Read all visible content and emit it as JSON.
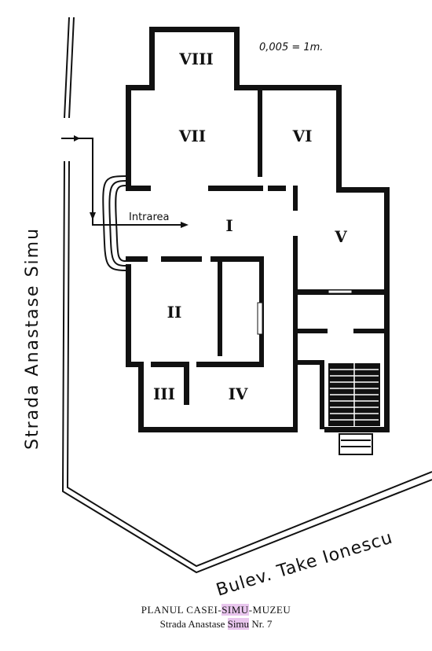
{
  "scale_note": "0,005 = 1m.",
  "street_left": "Strada Anastase Simu",
  "street_bottom": "Bulev. Take Ionescu",
  "entrance_label": "Intrarea",
  "rooms": [
    "VIII",
    "VII",
    "VI",
    "I",
    "V",
    "II",
    "III",
    "IV"
  ],
  "caption": {
    "title_before": "PLANUL CASEI-",
    "title_highlight": "SIMU",
    "title_after": "-MUZEU",
    "sub_before": "Strada Anastase ",
    "sub_highlight": "Simu",
    "sub_after": " Nr. 7"
  },
  "colors": {
    "ink": "#111111",
    "highlight": "#e9c6ee",
    "background": "#ffffff"
  }
}
